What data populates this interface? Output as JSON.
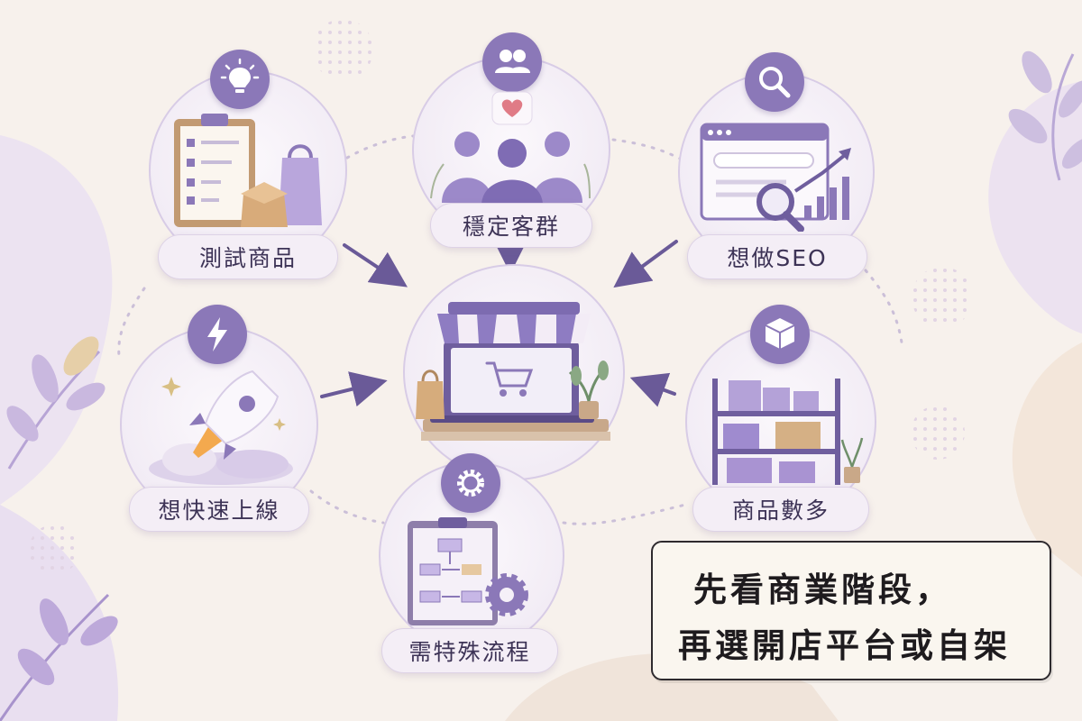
{
  "nodes": {
    "test_product": {
      "label": "測試商品",
      "icon": "lightbulb-icon"
    },
    "stable_customers": {
      "label": "穩定客群",
      "icon": "people-icon"
    },
    "want_seo": {
      "label": "想做SEO",
      "icon": "search-icon"
    },
    "fast_launch": {
      "label": "想快速上線",
      "icon": "lightning-icon"
    },
    "many_products": {
      "label": "商品數多",
      "icon": "box-icon"
    },
    "special_flow": {
      "label": "需特殊流程",
      "icon": "gear-icon"
    }
  },
  "center": {
    "icon": "storefront-cart-icon"
  },
  "message": {
    "line1": "先看商業階段，",
    "line2": "再選開店平台或自架"
  },
  "colors": {
    "accent": "#8b78b8",
    "background": "#f7f1ec",
    "arrow": "#6a5a98"
  }
}
